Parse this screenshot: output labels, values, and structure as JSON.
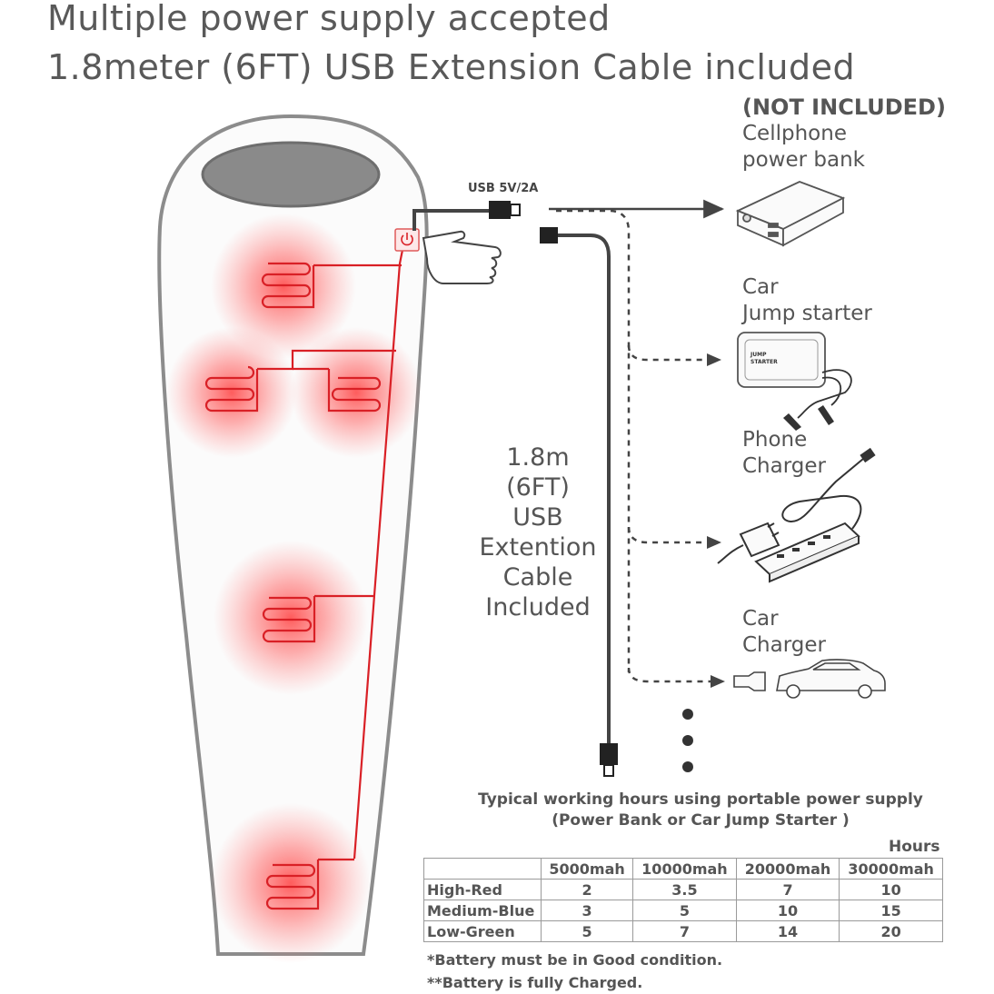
{
  "headline": {
    "line1": "Multiple power supply accepted",
    "line2": "1.8meter (6FT) USB Extension Cable included"
  },
  "usb_label": "USB 5V/2A",
  "power_sources": {
    "power_bank": {
      "note": "(NOT INCLUDED)",
      "line1": "Cellphone",
      "line2": "power bank",
      "icon": "power-bank-icon"
    },
    "jump_starter": {
      "line1": "Car",
      "line2": "Jump starter",
      "device_text1": "JUMP",
      "device_text2": "STARTER",
      "icon": "jump-starter-icon"
    },
    "phone_charger": {
      "line1": "Phone",
      "line2": "Charger",
      "icon": "phone-charger-icon"
    },
    "car_charger": {
      "line1": "Car",
      "line2": "Charger",
      "icon": "car-icon"
    }
  },
  "cable_label": [
    "1.8m",
    "(6FT)",
    "USB",
    "Extention",
    "Cable",
    "Included"
  ],
  "table": {
    "title": "Typical working hours using portable power supply",
    "subtitle": "(Power Bank or Car Jump Starter )",
    "unit": "Hours",
    "columns": [
      "5000mah",
      "10000mah",
      "20000mah",
      "30000mah"
    ],
    "rows": [
      {
        "label": "High-Red",
        "values": [
          "2",
          "3.5",
          "7",
          "10"
        ]
      },
      {
        "label": "Medium-Blue",
        "values": [
          "3",
          "5",
          "10",
          "15"
        ]
      },
      {
        "label": "Low-Green",
        "values": [
          "5",
          "7",
          "14",
          "20"
        ]
      }
    ]
  },
  "notes": [
    "*Battery must be in Good condition.",
    "**Battery is fully Charged."
  ],
  "colors": {
    "heat": "#e8262b",
    "cable": "#444444",
    "outline": "#8c8c8c",
    "text": "#555555"
  }
}
